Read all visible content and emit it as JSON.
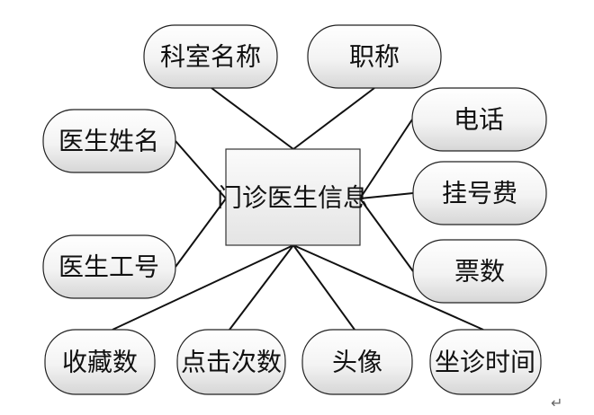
{
  "entity": {
    "id": "entity",
    "label": "门诊医生信息"
  },
  "attributes": [
    {
      "id": "attr-department-name",
      "label": "科室名称"
    },
    {
      "id": "attr-title",
      "label": "职称"
    },
    {
      "id": "attr-doctor-name",
      "label": "医生姓名"
    },
    {
      "id": "attr-phone",
      "label": "电话"
    },
    {
      "id": "attr-registration-fee",
      "label": "挂号费"
    },
    {
      "id": "attr-doctor-id",
      "label": "医生工号"
    },
    {
      "id": "attr-ticket-count",
      "label": "票数"
    },
    {
      "id": "attr-favorites",
      "label": "收藏数"
    },
    {
      "id": "attr-clicks",
      "label": "点击次数"
    },
    {
      "id": "attr-avatar",
      "label": "头像"
    },
    {
      "id": "attr-clinic-time",
      "label": "坐诊时间"
    }
  ],
  "colors": {
    "node_fill_top": "#ffffff",
    "node_fill_bottom": "#dcdcdc",
    "stroke": "#222222"
  },
  "return_mark": "↵"
}
